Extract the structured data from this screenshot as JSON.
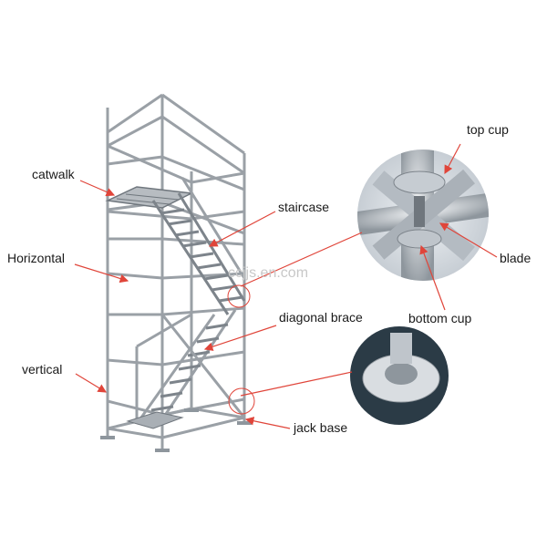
{
  "labels": {
    "catwalk": "catwalk",
    "staircase": "staircase",
    "horizontal": "Horizontal",
    "diagonal_brace": "diagonal brace",
    "vertical": "vertical",
    "jack_base": "jack base",
    "top_cup": "top cup",
    "blade": "blade",
    "bottom_cup": "bottom cup"
  },
  "watermark": "ccjjs.en.com",
  "colors": {
    "leader": "#e0453a",
    "steel": "#9aa0a6",
    "steel_dark": "#7d848b",
    "detail_bg": "#d6dbe0"
  }
}
